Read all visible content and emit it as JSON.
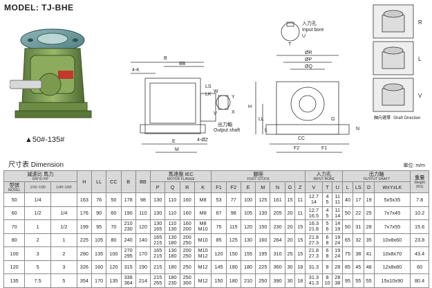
{
  "model": "MODEL: TJ-BHE",
  "size_range": "▲50#-135#",
  "section_title": "尺寸表  Dimension",
  "unit": "單位: m/m",
  "drawing_labels": {
    "b": "B",
    "four_k": "4-K",
    "bb": "BB",
    "ls": "LS",
    "lk": "LK",
    "w": "W",
    "y": "Y",
    "x": "X",
    "v": "V",
    "output_shaft_cn": "出力軸",
    "output_shaft_en": "Output shaft",
    "four_z": "4-ØZ",
    "e": "E",
    "m": "M",
    "input_bore_cn": "入力孔",
    "input_bore_en": "Input bore",
    "t": "T",
    "u": "U",
    "r": "ØR",
    "p": "ØP",
    "q": "ØQ",
    "h": "H",
    "l": "L",
    "ll": "LL",
    "g": "G",
    "cc": "CC",
    "n": "N",
    "f2": "F2",
    "f1": "F1"
  },
  "side_panel": {
    "r": "R",
    "l": "L",
    "v": "V",
    "caption_cn": "軸向選擇",
    "caption_en": "Shaft Direction"
  },
  "table": {
    "header": {
      "ratio_cn": "減速比",
      "ratio_en": "RATIO",
      "hp_cn": "馬力",
      "hp_en": "HP",
      "model_cn": "型號",
      "model_en": "MODEL",
      "ratio_a": "1/10~1/30",
      "ratio_b": "1/40~1/60",
      "h": "H",
      "ll": "LL",
      "cc": "CC",
      "b": "B",
      "bb": "BB",
      "motor_cn": "馬達盤 IEC",
      "motor_en": "MOTOR FLANGE",
      "foot_cn": "腳座",
      "foot_en": "FOOT STOCK",
      "input_cn": "入力孔",
      "input_en": "INPUT BORE",
      "output_cn": "出力軸",
      "output_en": "OUTPUT SHAFT",
      "weight_cn": "重量",
      "weight_en": "Weight",
      "weight_unit": "(KG)",
      "sub": [
        "P",
        "Q",
        "R",
        "K",
        "F1",
        "F2",
        "E",
        "M",
        "N",
        "G",
        "Z",
        "V",
        "T",
        "U",
        "L",
        "LS",
        "D",
        "WxYxLK"
      ]
    },
    "rows": [
      [
        "50",
        "1/4",
        "",
        "163",
        "76",
        "50",
        "178",
        "98",
        "130",
        "110",
        "160",
        "M8",
        "53",
        "77",
        "100",
        "125",
        "161",
        "15",
        "11",
        "12.7|14",
        "4|5",
        "11|11",
        "40",
        "17",
        "19",
        "5x5x35",
        "7.8"
      ],
      [
        "60",
        "1/2",
        "1/4",
        "176",
        "90",
        "60",
        "190",
        "110",
        "130",
        "110",
        "160",
        "M8",
        "67",
        "98",
        "105",
        "130",
        "205",
        "20",
        "11",
        "12.7|16.5",
        "4|5",
        "11|14",
        "50",
        "22",
        "25",
        "7x7x45",
        "10.2"
      ],
      [
        "70",
        "1",
        "1/2",
        "199",
        "95",
        "70",
        "210|230",
        "120",
        "130|165",
        "110|130",
        "160|200",
        "M8|M10",
        "75",
        "115",
        "120",
        "150",
        "230",
        "20",
        "15",
        "16.3|21.8",
        "5|6",
        "14|19",
        "50",
        "31",
        "28",
        "7x7x55",
        "15.6"
      ],
      [
        "80",
        "2",
        "1",
        "225",
        "105",
        "80",
        "240",
        "140",
        "165|215",
        "130|180",
        "200|250",
        "M10",
        "85",
        "125",
        "130",
        "160",
        "264",
        "20",
        "15",
        "21.8|27.3",
        "6|8",
        "19|24",
        "65",
        "32",
        "35",
        "10x8x60",
        "23.8"
      ],
      [
        "100",
        "3",
        "2",
        "280",
        "135",
        "100",
        "270|295",
        "170",
        "165|215",
        "130|180",
        "200|250",
        "M10|M12",
        "120",
        "150",
        "155",
        "195",
        "310",
        "25",
        "15",
        "21.8|27.3",
        "6|8",
        "19|24",
        "75",
        "38",
        "41",
        "10x8x70",
        "43.4"
      ],
      [
        "120",
        "5",
        "3",
        "326",
        "160",
        "120",
        "315",
        "190",
        "215",
        "180",
        "250",
        "M12",
        "145",
        "180",
        "180",
        "225",
        "360",
        "30",
        "18",
        "31.3",
        "8",
        "28",
        "85",
        "45",
        "48",
        "12x8x80",
        "60"
      ],
      [
        "135",
        "7.5",
        "5",
        "354",
        "170",
        "135",
        "339|364",
        "214",
        "215|265",
        "180|230",
        "250|300",
        "M12",
        "150",
        "180",
        "210",
        "250",
        "390",
        "30",
        "18",
        "31.3|41.3",
        "8|10",
        "28|38",
        "95",
        "55",
        "55",
        "15x10x90",
        "80.4"
      ]
    ]
  }
}
